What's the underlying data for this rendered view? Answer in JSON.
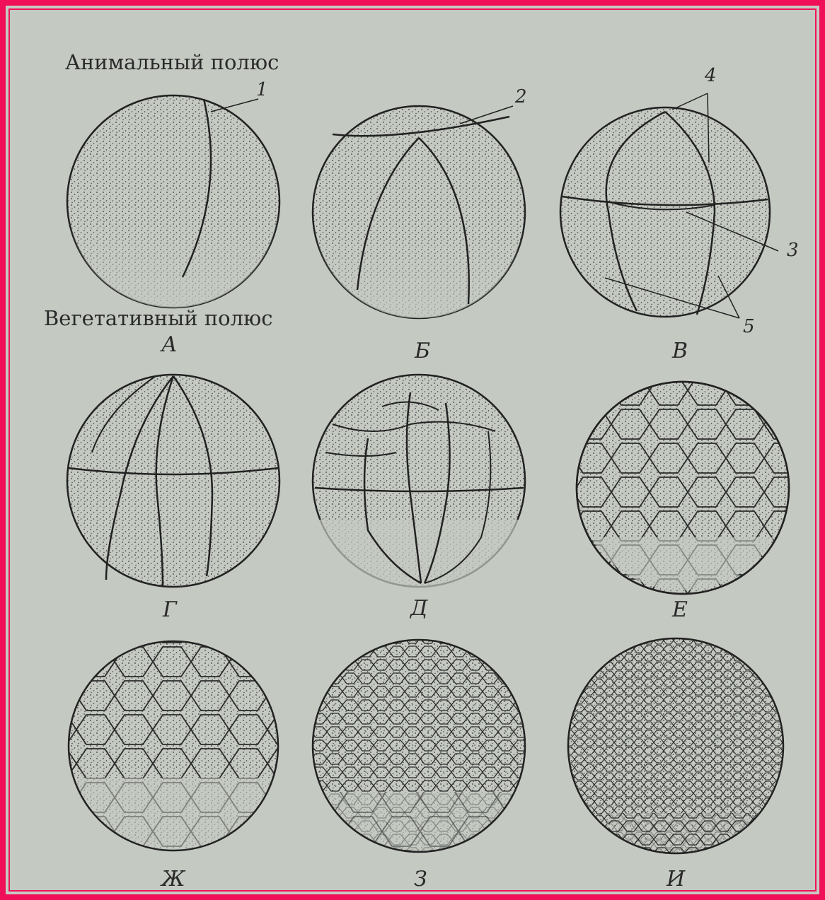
{
  "diagram": {
    "animal_pole_label": "Анимальный полюс",
    "vegetal_pole_label": "Вегетативный полюс",
    "stages": [
      {
        "letter": "А"
      },
      {
        "letter": "Б"
      },
      {
        "letter": "В"
      },
      {
        "letter": "Г"
      },
      {
        "letter": "Д"
      },
      {
        "letter": "Е"
      },
      {
        "letter": "Ж"
      },
      {
        "letter": "З"
      },
      {
        "letter": "И"
      }
    ],
    "callouts": [
      "1",
      "2",
      "3",
      "4",
      "5"
    ]
  },
  "colors": {
    "frame": "#f0105a",
    "paper": "#c4c9c1",
    "ink": "#2a2a2a"
  }
}
